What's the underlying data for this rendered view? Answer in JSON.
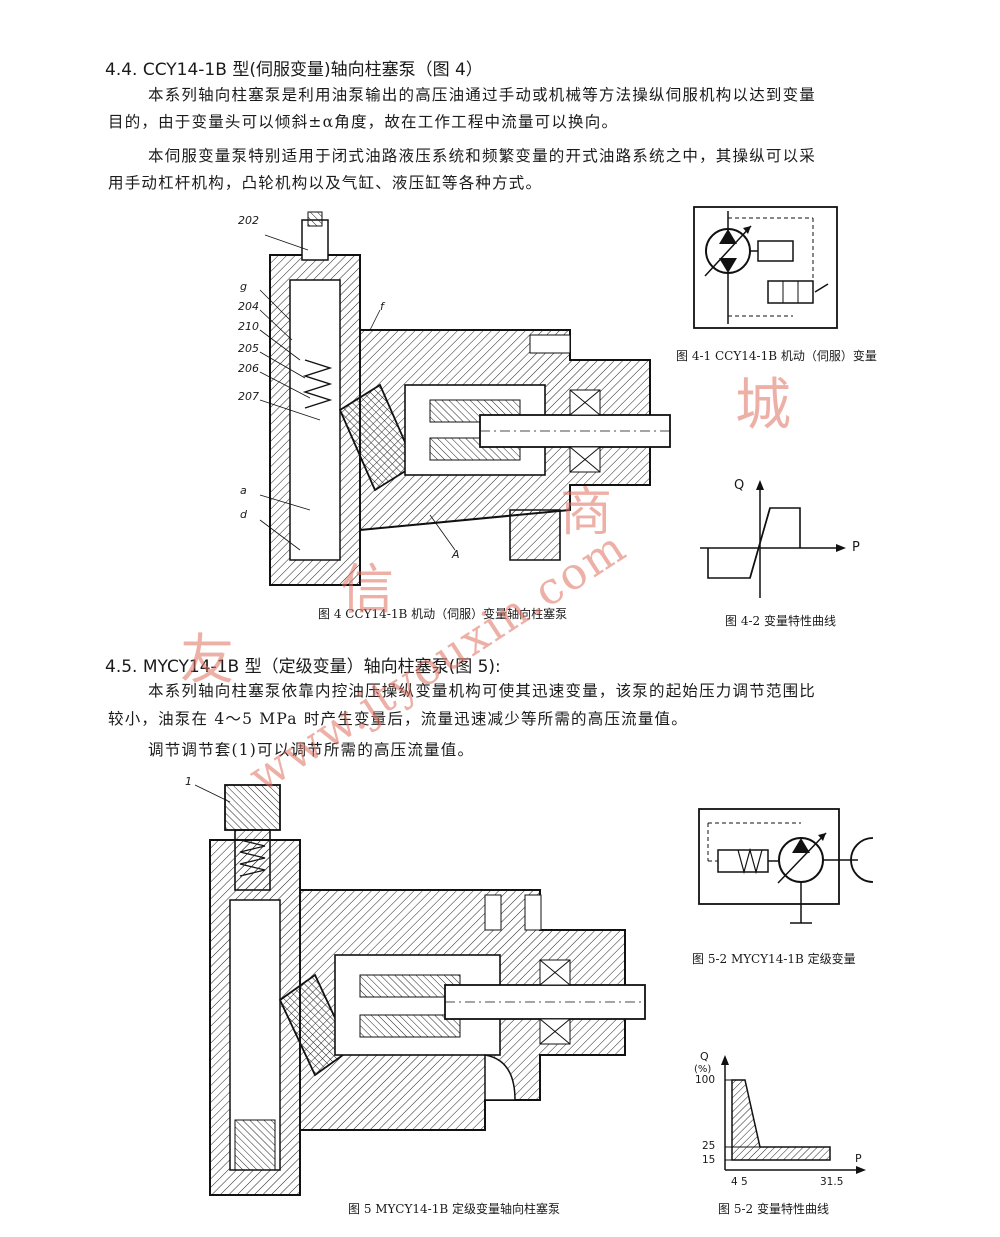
{
  "section1": {
    "heading": "4.4. CCY14-1B 型(伺服变量)轴向柱塞泵（图 4）",
    "para1_line1": "本系列轴向柱塞泵是利用油泵输出的高压油通过手动或机械等方法操纵伺服机构以达到变量",
    "para1_line2": "目的，由于变量头可以倾斜±α角度，故在工作工程中流量可以换向。",
    "para2_line1": "本伺服变量泵特别适用于闭式油路液压系统和频繁变量的开式油路系统之中，其操纵可以采",
    "para2_line2": "用手动杠杆机构，凸轮机构以及气缸、液压缸等各种方式。",
    "fig4_caption": "图 4  CCY14-1B 机动（伺服）变量轴向柱塞泵",
    "fig41_caption": "图 4-1 CCY14-1B 机动（伺服）变量",
    "fig42_caption": "图 4-2 变量特性曲线",
    "fig42_q": "Q",
    "fig42_p": "P",
    "part_labels": [
      "202",
      "g",
      "204",
      "210",
      "205",
      "206",
      "207",
      "f",
      "a",
      "d",
      "A"
    ]
  },
  "section2": {
    "heading": "4.5. MYCY14-1B 型（定级变量）轴向柱塞泵(图 5):",
    "para1_line1": "本系列轴向柱塞泵依靠内控油压操纵变量机构可使其迅速变量，该泵的起始压力调节范围比",
    "para1_line2": "较小，油泵在 4～5 MPa 时产生变量后，流量迅速减少等所需的高压流量值。",
    "para2_line1": "调节调节套(1)可以调节所需的高压流量值。",
    "fig5_caption": "图 5  MYCY14-1B 定级变量轴向柱塞泵",
    "fig52a_caption": "图 5-2 MYCY14-1B 定级变量",
    "fig52b_caption": "图 5-2 变量特性曲线",
    "part_label": "1",
    "chart": {
      "y_title": "Q",
      "y_unit": "(%)",
      "x_title": "P",
      "y_ticks": [
        "100",
        "25",
        "15"
      ],
      "x_ticks": [
        "4 5",
        "31.5"
      ]
    }
  },
  "watermark": {
    "chars": [
      "友",
      "信",
      "商",
      "城"
    ],
    "url": "www.jtyouxin.com"
  }
}
